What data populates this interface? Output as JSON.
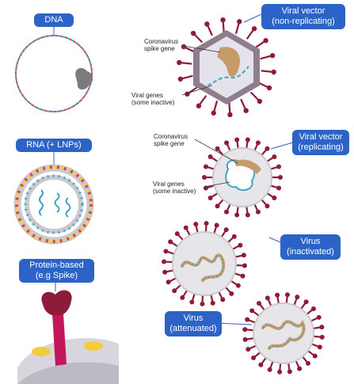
{
  "colors": {
    "badge": "#2b64c6",
    "badge_text": "#ffffff",
    "spike": "#8e1b3a",
    "particle_fill": "#e6e6ea",
    "capsid": "#8f7d8d",
    "gene_tan": "#c79a6a",
    "gene_blue": "#3fa3c6",
    "membrane_yellow": "#f2cc3a",
    "membrane_red": "#d9454a"
  },
  "badges": {
    "dna": "DNA",
    "rna": "RNA (+ LNPs)",
    "protein_line1": "Protein-based",
    "protein_line2": "(e.g Spike)",
    "vector_nonrep_line1": "Viral vector",
    "vector_nonrep_line2": "(non-replicating)",
    "vector_rep_line1": "Viral vector",
    "vector_rep_line2": "(replicating)",
    "virus_inact_line1": "Virus",
    "virus_inact_line2": "(inactivated)",
    "virus_atten_line1": "Virus",
    "virus_atten_line2": "(attenuated)"
  },
  "annotations": {
    "spike_gene_1_line1": "Coronavirus",
    "spike_gene_1_line2": "spike gene",
    "viral_genes_1_line1": "Viral genes",
    "viral_genes_1_line2": "(some inactive)",
    "spike_gene_2_line1": "Coronavirus",
    "spike_gene_2_line2": "spike gene",
    "viral_genes_2_line1": "Viral genes",
    "viral_genes_2_line2": "(some inactive)"
  }
}
